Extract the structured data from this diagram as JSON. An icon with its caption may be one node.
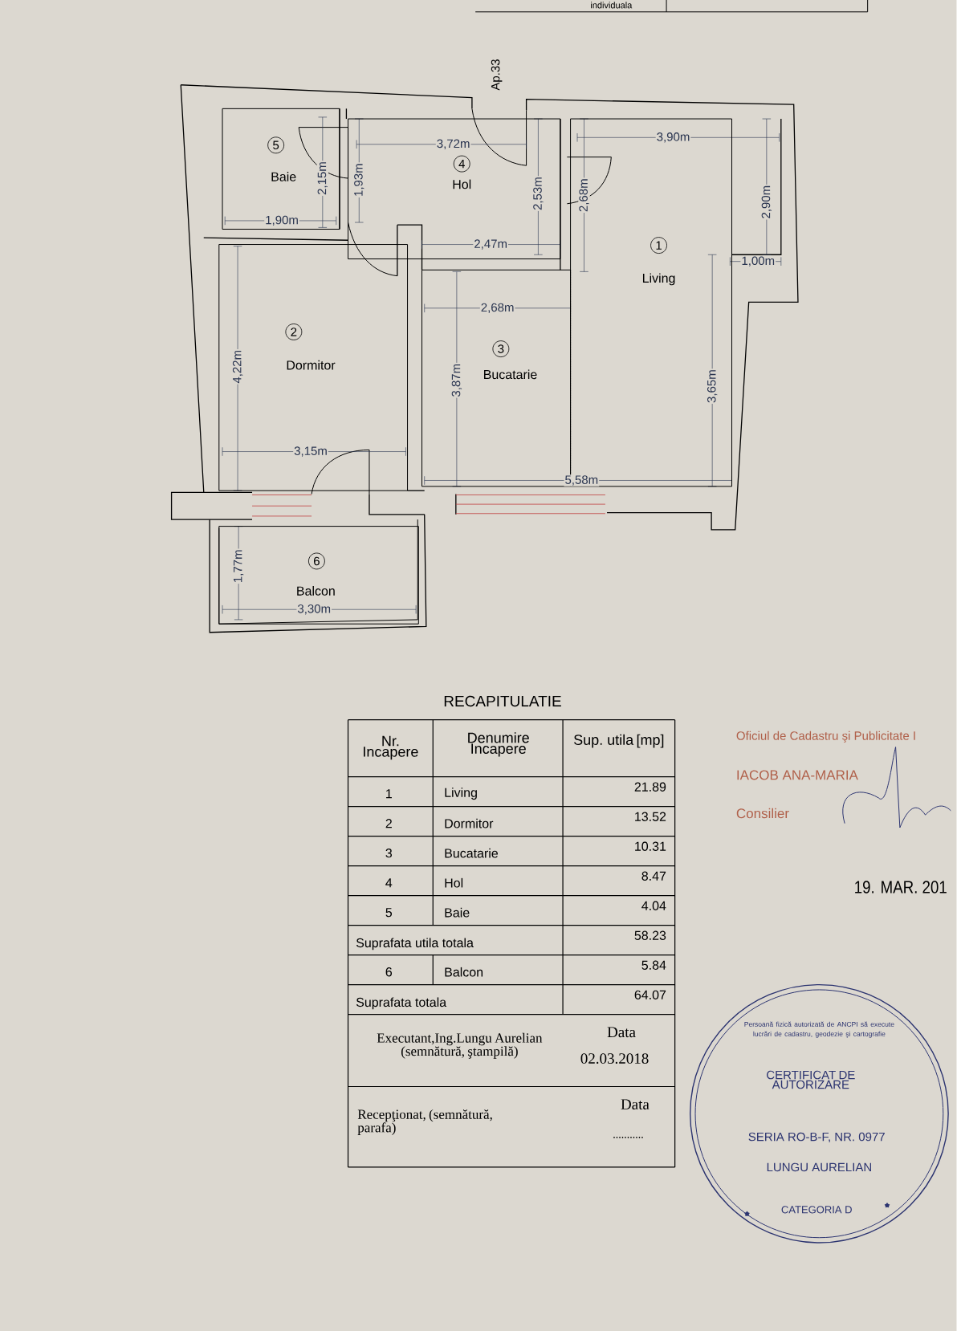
{
  "diagram": {
    "nodes": [
      {
        "text": [
          "1",
          "Living"
        ]
      },
      {
        "text": [
          "2",
          "Dormitor"
        ]
      },
      {
        "text": [
          "3",
          "Bucatarie"
        ]
      },
      {
        "text": [
          "4",
          "Hol"
        ]
      },
      {
        "text": [
          "5",
          "Baie"
        ]
      },
      {
        "text": [
          "6",
          "Balcon"
        ]
      }
    ],
    "labels": [
      "individuala",
      "Ap.33",
      "3,72m",
      "3,90m",
      "2,15m",
      "1,93m",
      "2,53m",
      "2,68m",
      "2,90m",
      "1,90m",
      "2,47m",
      "1,00m",
      "2,68m",
      "4,22m",
      "3,87m",
      "3,65m",
      "3,15m",
      "5,58m",
      "1,77m",
      "3,30m",
      "RECAPITULATIE",
      "Nr. Incapere",
      "Denumire Incapere",
      "Sup. utila [mp]",
      "1",
      "Living",
      "21.89",
      "2",
      "Dormitor",
      "13.52",
      "3",
      "Bucatarie",
      "10.31",
      "4",
      "Hol",
      "8.47",
      "5",
      "Baie",
      "4.04",
      "Suprafata utila totala",
      "58.23",
      "6",
      "Balcon",
      "5.84",
      "Suprafata totala",
      "64.07",
      "Executant,Ing.Lungu Aurelian (semnătură, ştampilă)",
      "Data",
      "02.03.2018",
      "Recepţionat, (semnătură, parafa)",
      "Data",
      "...........",
      "Oficiul de Cadastru şi Publicitate I",
      "IACOB ANA-MARIA",
      "Consilier",
      "19. MAR. 201",
      "Persoană fizică autorizată de ANCPI să execute lucrări de cadastru, geodezie şi cartografie",
      "CERTIFICAT DE AUTORIZARE",
      "SERIA RO-B-F, NR. 0977",
      "LUNGU AURELIAN",
      "CATEGORIA D"
    ]
  }
}
